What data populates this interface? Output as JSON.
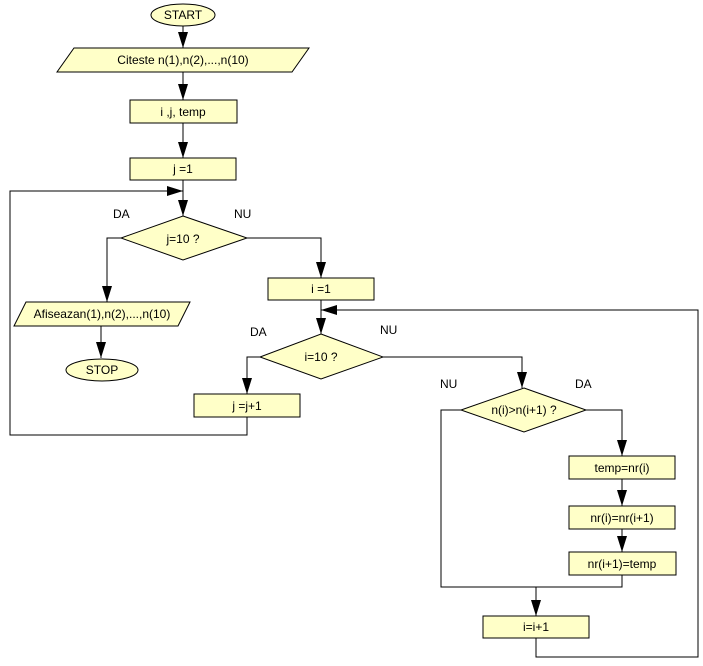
{
  "diagram": {
    "title": "Bubble sort flowchart",
    "nodes": {
      "start": "START",
      "read": "Citeste n(1),n(2),...,n(10)",
      "declare": "i ,j, temp",
      "init_j": "j =1",
      "cond_j": "j=10 ?",
      "init_i": "i =1",
      "display": "Afiseazan(1),n(2),...,n(10)",
      "stop": "STOP",
      "cond_i": "i=10 ?",
      "inc_j": "j =j+1",
      "cond_swap": "n(i)>n(i+1) ?",
      "swap1": "temp=nr(i)",
      "swap2": "nr(i)=nr(i+1)",
      "swap3": "nr(i+1)=temp",
      "inc_i": "i=i+1"
    },
    "labels": {
      "cond_j_yes": "DA",
      "cond_j_no": "NU",
      "cond_i_yes": "DA",
      "cond_i_no": "NU",
      "cond_swap_no": "NU",
      "cond_swap_yes": "DA"
    },
    "colors": {
      "shape_fill": "#ffffc8",
      "stroke": "#000000"
    }
  }
}
